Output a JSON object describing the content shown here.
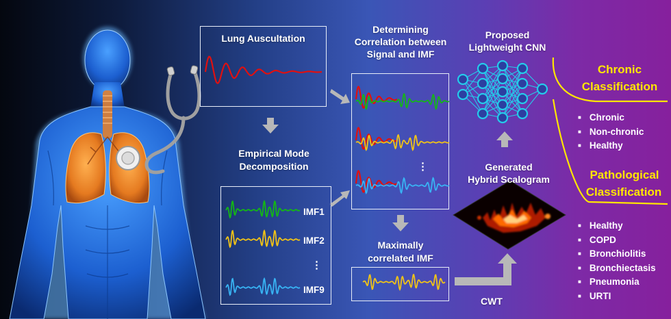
{
  "labels": {
    "lung_auscultation": "Lung Auscultation",
    "emd_line1": "Empirical Mode",
    "emd_line2": "Decomposition",
    "corr_line1": "Determining",
    "corr_line2": "Correlation between",
    "corr_line3": "Signal and IMF",
    "cnn_line1": "Proposed",
    "cnn_line2": "Lightweight CNN",
    "scal_line1": "Generated",
    "scal_line2": "Hybrid Scalogram",
    "maxcorr_line1": "Maximally",
    "maxcorr_line2": "correlated IMF",
    "cwt": "CWT",
    "imf1": "IMF1",
    "imf2": "IMF2",
    "imf9": "IMF9",
    "dots": "⋮",
    "dots2": "⋮"
  },
  "chronic": {
    "title_line1": "Chronic",
    "title_line2": "Classification",
    "items": [
      "Chronic",
      "Non-chronic",
      "Healthy"
    ]
  },
  "pathological": {
    "title_line1": "Pathological",
    "title_line2": "Classification",
    "items": [
      "Healthy",
      "COPD",
      "Bronchiolitis",
      "Bronchiectasis",
      "Pneumonia",
      "URTI"
    ]
  },
  "colors": {
    "signal": "#e01010",
    "imf1": "#14b814",
    "imf2": "#f2c416",
    "imf9": "#38b4f4",
    "accent_yellow": "#ffe600",
    "arrow": "#b8b8b8",
    "node": "#22d3ee"
  }
}
